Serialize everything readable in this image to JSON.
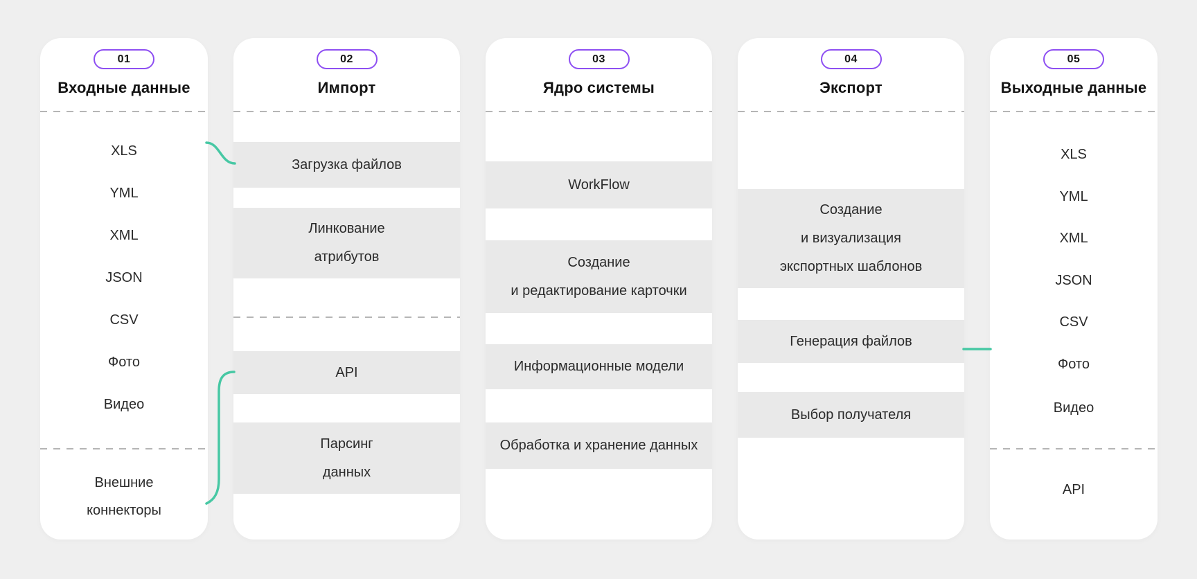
{
  "colors": {
    "background": "#efefef",
    "card": "#ffffff",
    "row_gray": "#e9e9e9",
    "badge_purple": "#8e4ff2",
    "connector_teal": "#47c8a4",
    "dashed_divider": "#b5b5b5"
  },
  "columns": [
    {
      "badge": "01",
      "title": "Входные данные",
      "items": [
        "XLS",
        "YML",
        "XML",
        "JSON",
        "CSV",
        "Фото",
        "Видео"
      ],
      "footer_lines": [
        "Внешние",
        "коннекторы"
      ]
    },
    {
      "badge": "02",
      "title": "Импорт",
      "rows": [
        [
          "Загрузка файлов"
        ],
        [
          "Линкование",
          "атрибутов"
        ],
        [
          "API"
        ],
        [
          "Парсинг",
          "данных"
        ]
      ]
    },
    {
      "badge": "03",
      "title": "Ядро системы",
      "rows": [
        [
          "WorkFlow"
        ],
        [
          "Создание",
          "и редактирование карточки"
        ],
        [
          "Информационные модели"
        ],
        [
          "Обработка и хранение данных"
        ]
      ]
    },
    {
      "badge": "04",
      "title": "Экспорт",
      "rows": [
        [
          "Создание",
          "и визуализация",
          "экспортных шаблонов"
        ],
        [
          "Генерация файлов"
        ],
        [
          "Выбор получателя"
        ]
      ]
    },
    {
      "badge": "05",
      "title": "Выходные данные",
      "items": [
        "XLS",
        "YML",
        "XML",
        "JSON",
        "CSV",
        "Фото",
        "Видео"
      ],
      "footer_lines": [
        "API"
      ]
    }
  ]
}
